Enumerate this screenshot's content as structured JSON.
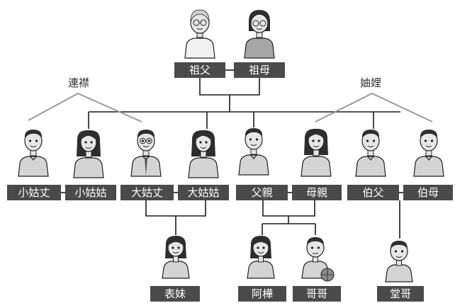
{
  "colors": {
    "label_bg": "#4a4a4a",
    "label_text": "#ffffff",
    "line": "#1a1a1a",
    "relation_line": "#9a9a9a",
    "skin": "#e6e6e6",
    "hair_dark": "#2e2e2e",
    "hair_grey": "#cfcfcf"
  },
  "group_labels": {
    "lianjin": "連襟",
    "zhouli": "妯娌"
  },
  "people": {
    "grandfather": "祖父",
    "grandmother": "祖母",
    "paternal_aunt_husband_young": "小姑丈",
    "paternal_aunt_young": "小姑姑",
    "paternal_aunt_husband_elder": "大姑丈",
    "paternal_aunt_elder": "大姑姑",
    "father": "父親",
    "mother": "母親",
    "father_elder_brother": "伯父",
    "father_elder_brother_wife": "伯母",
    "cousin_female_younger": "表妹",
    "self": "阿樺",
    "elder_brother": "哥哥",
    "paternal_cousin_elder_brother": "堂哥"
  }
}
